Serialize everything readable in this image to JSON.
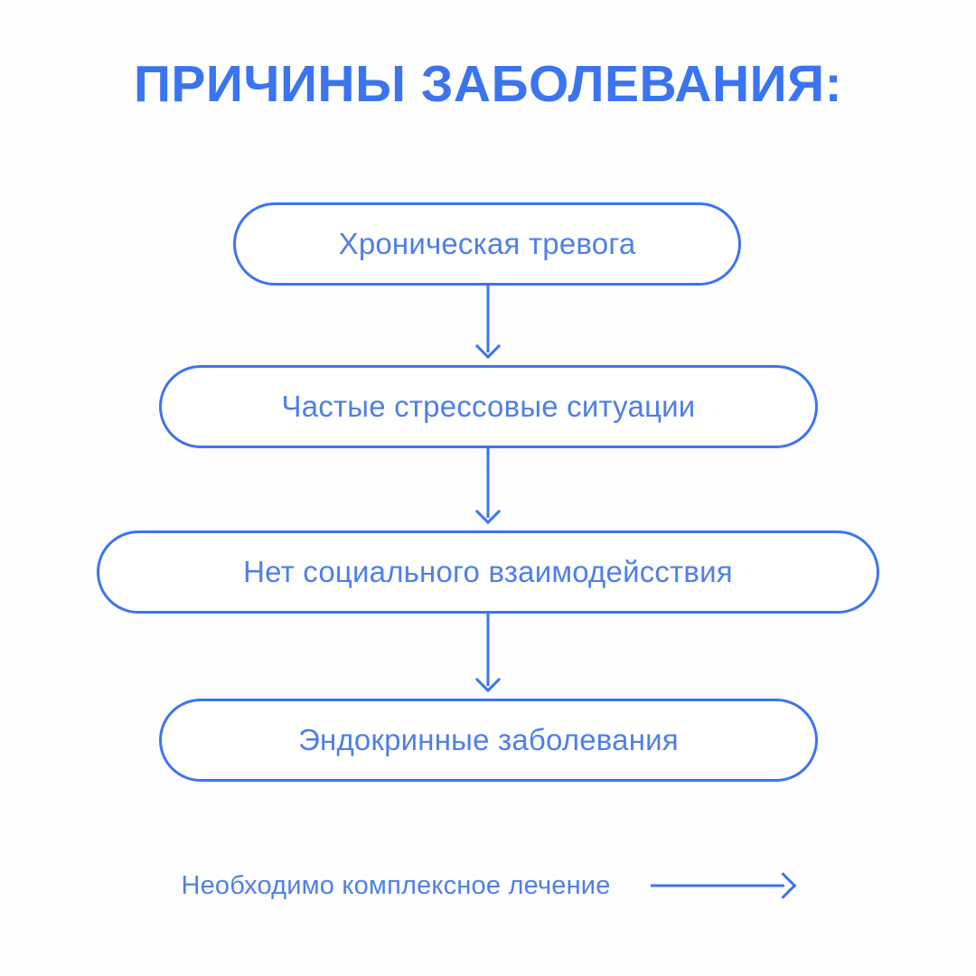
{
  "poster": {
    "title": "ПРИЧИНЫ ЗАБОЛЕВАНИЯ:",
    "background_color": "#fefeff",
    "accent_color": "#3b74f0",
    "text_color": "#4f7fe8"
  },
  "flow": {
    "nodes": [
      {
        "label": "Хроническая тревога"
      },
      {
        "label": "Частые стрессовые ситуации"
      },
      {
        "label": "Нет социального взаимодейсствия"
      },
      {
        "label": "Эндокринные заболевания"
      }
    ],
    "connectors": [
      {
        "icon": "arrow-down-icon"
      },
      {
        "icon": "arrow-down-icon"
      },
      {
        "icon": "arrow-down-icon"
      }
    ]
  },
  "footer": {
    "text": "Необходимо комплексное лечение",
    "arrow_icon": "arrow-right-icon"
  }
}
